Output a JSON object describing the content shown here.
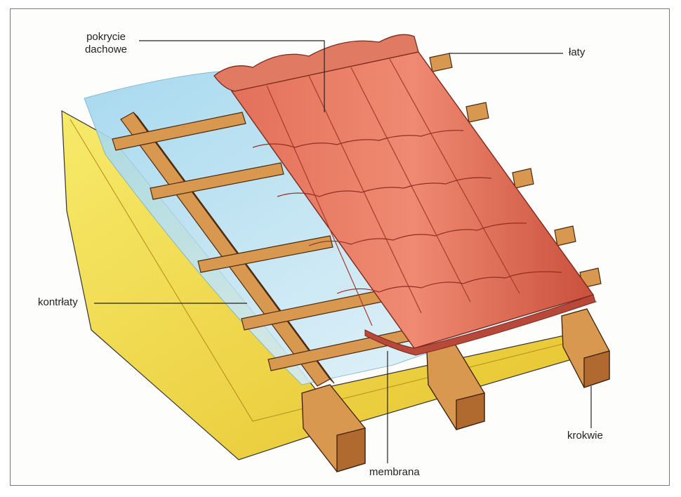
{
  "labels": {
    "roofing": "pokrycie\ndachowe",
    "battens": "łaty",
    "counter_battens": "kontrłaty",
    "membrane": "membrana",
    "rafters": "krokwie"
  },
  "colors": {
    "frame": "#7a7a7a",
    "tile": "#d9604a",
    "tile_dark": "#a63a2c",
    "tile_light": "#f08a72",
    "wood": "#d9984f",
    "wood_dark": "#9c5d2a",
    "insulation": "#f2dc3a",
    "membrane": "#bfe3f2",
    "leader": "#222222"
  }
}
